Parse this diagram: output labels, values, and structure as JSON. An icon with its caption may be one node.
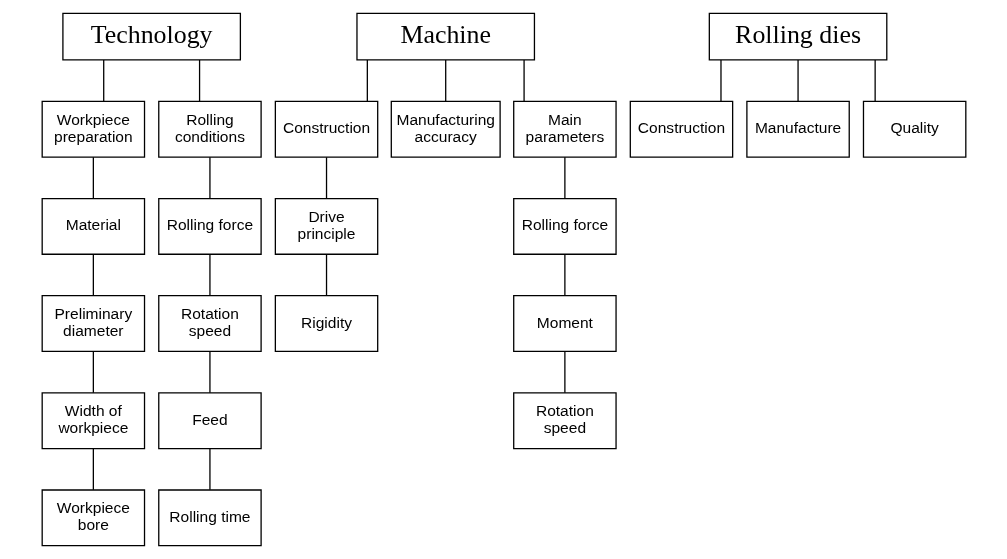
{
  "diagram": {
    "nodes": [
      {
        "text": [
          "Technology"
        ]
      },
      {
        "text": [
          "Workpiece preparation"
        ]
      },
      {
        "text": [
          "Rolling conditions"
        ]
      },
      {
        "text": [
          "Material"
        ]
      },
      {
        "text": [
          "Preliminary diameter"
        ]
      },
      {
        "text": [
          "Width of workpiece"
        ]
      },
      {
        "text": [
          "Workpiece bore"
        ]
      },
      {
        "text": [
          "Rolling force"
        ]
      },
      {
        "text": [
          "Rotation speed"
        ]
      },
      {
        "text": [
          "Feed"
        ]
      },
      {
        "text": [
          "Rolling time"
        ]
      },
      {
        "text": [
          "Machine"
        ]
      },
      {
        "text": [
          "Construction"
        ]
      },
      {
        "text": [
          "Manufacturing accuracy"
        ]
      },
      {
        "text": [
          "Main parameters"
        ]
      },
      {
        "text": [
          "Drive principle"
        ]
      },
      {
        "text": [
          "Rigidity"
        ]
      },
      {
        "text": [
          "Rolling force"
        ]
      },
      {
        "text": [
          "Moment"
        ]
      },
      {
        "text": [
          "Rotation speed"
        ]
      },
      {
        "text": [
          "Rolling dies"
        ]
      },
      {
        "text": [
          "Construction"
        ]
      },
      {
        "text": [
          "Manufacture"
        ]
      },
      {
        "text": [
          "Quality"
        ]
      }
    ],
    "edges": [
      {
        "from": 0,
        "to": 1,
        "arrow": "none"
      },
      {
        "from": 0,
        "to": 2,
        "arrow": "none"
      },
      {
        "from": 1,
        "to": 3,
        "arrow": "none"
      },
      {
        "from": 3,
        "to": 4,
        "arrow": "none"
      },
      {
        "from": 4,
        "to": 5,
        "arrow": "none"
      },
      {
        "from": 5,
        "to": 6,
        "arrow": "none"
      },
      {
        "from": 2,
        "to": 7,
        "arrow": "none"
      },
      {
        "from": 7,
        "to": 8,
        "arrow": "none"
      },
      {
        "from": 8,
        "to": 9,
        "arrow": "none"
      },
      {
        "from": 9,
        "to": 10,
        "arrow": "none"
      },
      {
        "from": 11,
        "to": 12,
        "arrow": "none"
      },
      {
        "from": 11,
        "to": 13,
        "arrow": "none"
      },
      {
        "from": 11,
        "to": 14,
        "arrow": "none"
      },
      {
        "from": 12,
        "to": 15,
        "arrow": "none"
      },
      {
        "from": 15,
        "to": 16,
        "arrow": "none"
      },
      {
        "from": 14,
        "to": 17,
        "arrow": "none"
      },
      {
        "from": 17,
        "to": 18,
        "arrow": "none"
      },
      {
        "from": 18,
        "to": 19,
        "arrow": "none"
      },
      {
        "from": 20,
        "to": 21,
        "arrow": "none"
      },
      {
        "from": 20,
        "to": 22,
        "arrow": "none"
      },
      {
        "from": 20,
        "to": 23,
        "arrow": "none"
      }
    ]
  }
}
